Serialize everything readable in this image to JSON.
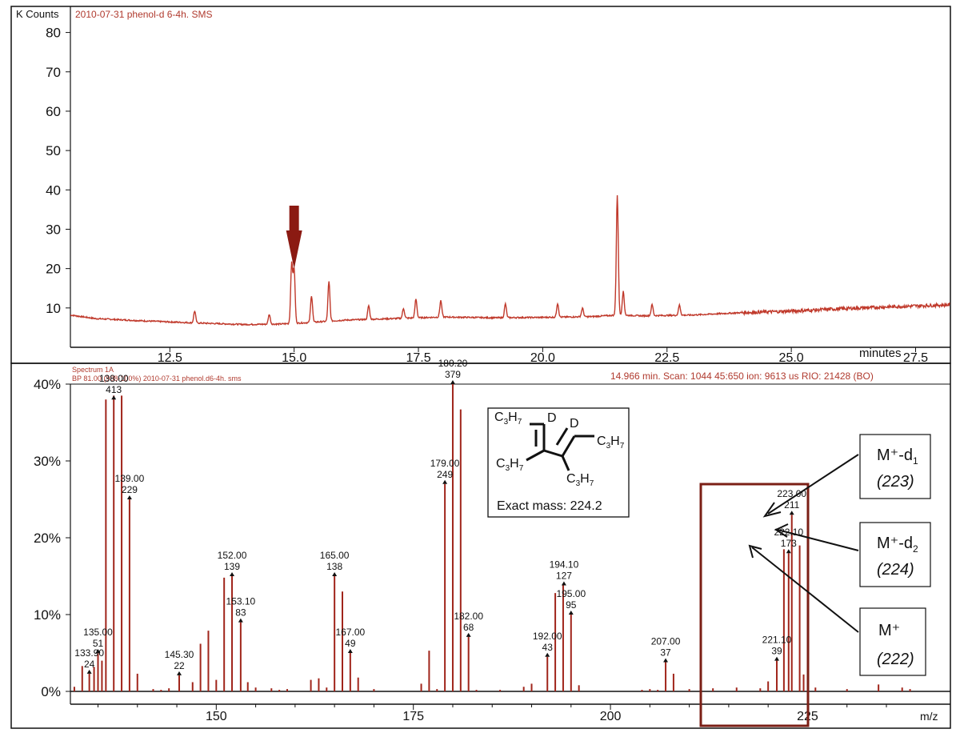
{
  "colors": {
    "trace": "#c0392b",
    "frame": "#111111",
    "box": "#7b1f16",
    "arrow_marker": "#8b1a12",
    "label_red": "#b03a2e"
  },
  "chromatogram": {
    "title": "2010-07-31 phenol-d 6-4h. SMS",
    "y_unit": "K Counts",
    "x_unit": "minutes",
    "chart_data": {
      "type": "line",
      "xlim": [
        10.5,
        28.2
      ],
      "ylim": [
        0,
        85
      ],
      "y_ticks": [
        "10",
        "20",
        "30",
        "40",
        "50",
        "60",
        "70",
        "80"
      ],
      "x_ticks": [
        "12.5",
        "15.0",
        "17.5",
        "20.0",
        "22.5",
        "25.0",
        "27.5"
      ],
      "baseline": [
        [
          10.5,
          8.2
        ],
        [
          11.0,
          7.3
        ],
        [
          12.0,
          6.7
        ],
        [
          13.0,
          6.2
        ],
        [
          14.0,
          5.8
        ],
        [
          14.7,
          5.9
        ],
        [
          15.3,
          6.3
        ],
        [
          16.0,
          6.9
        ],
        [
          17.0,
          7.3
        ],
        [
          18.0,
          7.7
        ],
        [
          19.0,
          7.5
        ],
        [
          20.0,
          7.6
        ],
        [
          21.0,
          7.8
        ],
        [
          21.5,
          8.2
        ],
        [
          22.0,
          8.0
        ],
        [
          23.0,
          8.2
        ],
        [
          24.0,
          8.8
        ],
        [
          25.0,
          9.2
        ],
        [
          26.0,
          9.8
        ],
        [
          27.0,
          10.3
        ],
        [
          28.2,
          10.8
        ]
      ],
      "peaks": [
        [
          13.0,
          3.0
        ],
        [
          14.5,
          2.5
        ],
        [
          14.95,
          15.0
        ],
        [
          15.0,
          13.5
        ],
        [
          15.35,
          6.8
        ],
        [
          15.7,
          10.0
        ],
        [
          16.5,
          3.5
        ],
        [
          17.2,
          2.5
        ],
        [
          17.45,
          4.8
        ],
        [
          17.95,
          4.2
        ],
        [
          19.25,
          3.5
        ],
        [
          20.3,
          3.5
        ],
        [
          20.8,
          2.2
        ],
        [
          21.5,
          30.5
        ],
        [
          21.62,
          6.0
        ],
        [
          22.2,
          2.8
        ],
        [
          22.75,
          2.6
        ]
      ],
      "marked_peak_x": 15.0
    }
  },
  "spectrum": {
    "header_left_1": "Spectrum 1A",
    "header_left_2": "BP 81.00 (908-100%) 2010-07-31 phenol.d6-4h. sms",
    "header_right": "14.966 min. Scan: 1044 45:650  ion:  9613 us RIO: 21428 (BO)",
    "x_unit": "m/z",
    "chart_data": {
      "type": "bar",
      "xlim": [
        131.5,
        235
      ],
      "ylim": [
        0,
        40
      ],
      "y_ticks": [
        "0%",
        "10%",
        "20%",
        "30%",
        "40%"
      ],
      "x_ticks": [
        "150",
        "175",
        "200",
        "225"
      ],
      "bars": [
        [
          132,
          0.6
        ],
        [
          133,
          3.3
        ],
        [
          133.9,
          2.3
        ],
        [
          134.5,
          3.2
        ],
        [
          135,
          5.0
        ],
        [
          135.5,
          4.0
        ],
        [
          136,
          38.0
        ],
        [
          137,
          38.5
        ],
        [
          138,
          38.5
        ],
        [
          139,
          25.0
        ],
        [
          140,
          2.3
        ],
        [
          142,
          0.3
        ],
        [
          143,
          0.2
        ],
        [
          144,
          0.4
        ],
        [
          145.3,
          2.1
        ],
        [
          147,
          1.2
        ],
        [
          148,
          6.2
        ],
        [
          149,
          7.9
        ],
        [
          150,
          1.5
        ],
        [
          151,
          14.8
        ],
        [
          152,
          15.0
        ],
        [
          153.1,
          9.0
        ],
        [
          154,
          1.2
        ],
        [
          155,
          0.5
        ],
        [
          157,
          0.4
        ],
        [
          158,
          0.2
        ],
        [
          159,
          0.3
        ],
        [
          162,
          1.5
        ],
        [
          163,
          1.7
        ],
        [
          164,
          0.5
        ],
        [
          165,
          15.0
        ],
        [
          166,
          13.0
        ],
        [
          167,
          5.0
        ],
        [
          168,
          1.8
        ],
        [
          170,
          0.3
        ],
        [
          176,
          1.0
        ],
        [
          177,
          5.3
        ],
        [
          178,
          0.3
        ],
        [
          179,
          27.0
        ],
        [
          180,
          40.0
        ],
        [
          181,
          36.7
        ],
        [
          182,
          7.1
        ],
        [
          183,
          0.2
        ],
        [
          186,
          0.2
        ],
        [
          189,
          0.6
        ],
        [
          190,
          1.0
        ],
        [
          192,
          4.5
        ],
        [
          193,
          12.8
        ],
        [
          194,
          13.8
        ],
        [
          195,
          10.0
        ],
        [
          196,
          0.8
        ],
        [
          204,
          0.2
        ],
        [
          205,
          0.3
        ],
        [
          206,
          0.2
        ],
        [
          207,
          3.8
        ],
        [
          208,
          2.3
        ],
        [
          210,
          0.3
        ],
        [
          211.5,
          1.5
        ],
        [
          213,
          0.4
        ],
        [
          216,
          0.5
        ],
        [
          219,
          0.4
        ],
        [
          220,
          1.3
        ],
        [
          221.1,
          4.0
        ],
        [
          222,
          18.5
        ],
        [
          222.6,
          18.0
        ],
        [
          223,
          23.0
        ],
        [
          224,
          19.0
        ],
        [
          224.5,
          2.2
        ],
        [
          226,
          0.5
        ],
        [
          230,
          0.3
        ],
        [
          234,
          0.9
        ],
        [
          237,
          0.5
        ],
        [
          238,
          0.3
        ]
      ],
      "labels": [
        {
          "x": 133.9,
          "y": 2.3,
          "mz": "133.90",
          "n": "24"
        },
        {
          "x": 135,
          "y": 5.0,
          "mz": "135.00",
          "n": "51"
        },
        {
          "x": 137,
          "y": 38.0,
          "mz": "138.00",
          "n": "413"
        },
        {
          "x": 139,
          "y": 25.0,
          "mz": "139.00",
          "n": "229"
        },
        {
          "x": 145.3,
          "y": 2.1,
          "mz": "145.30",
          "n": "22"
        },
        {
          "x": 152,
          "y": 15.0,
          "mz": "152.00",
          "n": "139"
        },
        {
          "x": 153.1,
          "y": 9.0,
          "mz": "153.10",
          "n": "83"
        },
        {
          "x": 165,
          "y": 15.0,
          "mz": "165.00",
          "n": "138"
        },
        {
          "x": 167,
          "y": 5.0,
          "mz": "167.00",
          "n": "49"
        },
        {
          "x": 179,
          "y": 27.0,
          "mz": "179.00",
          "n": "249"
        },
        {
          "x": 180,
          "y": 40.0,
          "mz": "180.20",
          "n": "379"
        },
        {
          "x": 182,
          "y": 7.1,
          "mz": "182.00",
          "n": "68"
        },
        {
          "x": 192,
          "y": 4.5,
          "mz": "192.00",
          "n": "43"
        },
        {
          "x": 194.1,
          "y": 13.8,
          "mz": "194.10",
          "n": "127"
        },
        {
          "x": 195,
          "y": 10.0,
          "mz": "195.00",
          "n": "95"
        },
        {
          "x": 207,
          "y": 3.8,
          "mz": "207.00",
          "n": "37"
        },
        {
          "x": 221.1,
          "y": 4.0,
          "mz": "221.10",
          "n": "39"
        },
        {
          "x": 222.6,
          "y": 18.0,
          "mz": "222.10",
          "n": "173"
        },
        {
          "x": 223,
          "y": 23.0,
          "mz": "223.00",
          "n": "211"
        }
      ]
    }
  },
  "structure": {
    "sub_c": "C",
    "sub_3": "3",
    "sub_h": "H",
    "sub_7": "7",
    "d_label": "D",
    "exact_mass": "Exact mass: 224.2"
  },
  "annotations": [
    {
      "line1": "M⁺-d",
      "sub": "1",
      "line2": "(223)"
    },
    {
      "line1": "M⁺-d",
      "sub": "2",
      "line2": "(224)"
    },
    {
      "line1": "M⁺",
      "sub": "",
      "line2": "(222)"
    }
  ]
}
